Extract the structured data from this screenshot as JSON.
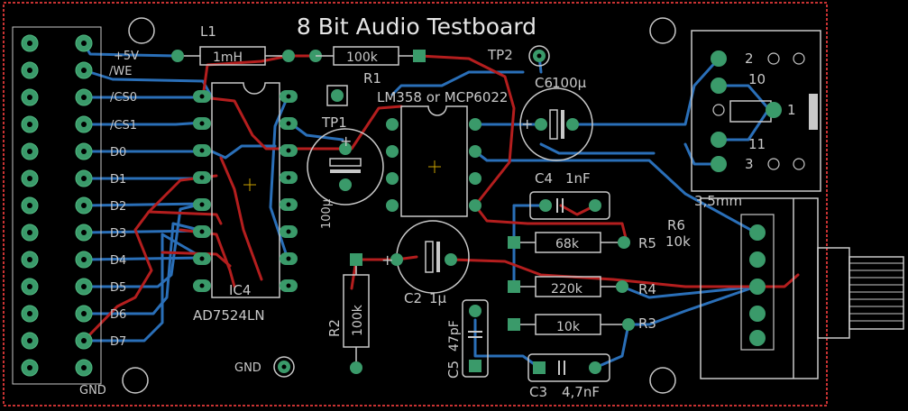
{
  "title": "8 Bit Audio Testboard",
  "colors": {
    "background": "#000000",
    "board_outline": "#c83232",
    "top_trace": "#b41e1e",
    "bottom_trace": "#2a6fb8",
    "pad": "#3a9a6a",
    "silk": "#c8c8c8",
    "silk_bright": "#e6e6e6"
  },
  "header_labels": {
    "vcc": "+5V",
    "we": "/WE",
    "cs0": "/CS0",
    "cs1": "/CS1",
    "d0": "D0",
    "d1": "D1",
    "d2": "D2",
    "d3": "D3",
    "d4": "D4",
    "d5": "D5",
    "d6": "D6",
    "d7": "D7",
    "gnd": "GND"
  },
  "components": {
    "l1_ref": "L1",
    "l1_value": "1mH",
    "r1_ref": "R1",
    "r1_value": "100k",
    "tp2": "TP2",
    "c6_ref": "C6",
    "c6_value": "100µ",
    "opamp": "LM358 or MCP6022",
    "tp1": "TP1",
    "c1_value": "100µ",
    "c4_ref": "C4",
    "c4_value": "1nF",
    "r5_ref": "R5",
    "r5_value": "68k",
    "r4_ref": "R4",
    "r4_value": "220k",
    "r3_ref": "R3",
    "r3_value": "10k",
    "ic4_ref": "IC4",
    "ic4_part": "AD7524LN",
    "c2_ref": "C2",
    "c2_value": "1µ",
    "r2_ref": "R2",
    "r2_value": "100k",
    "c5_ref": "C5",
    "c5_value": "47pF",
    "c3_ref": "C3",
    "c3_value": "4,7nF",
    "gnd_pad": "GND",
    "r6_ref": "R6",
    "r6_value": "10k",
    "jack": "3,5mm",
    "jack_pin_2": "2",
    "jack_pin_10": "10",
    "jack_pin_1": "1",
    "jack_pin_11": "11",
    "jack_pin_3": "3"
  }
}
